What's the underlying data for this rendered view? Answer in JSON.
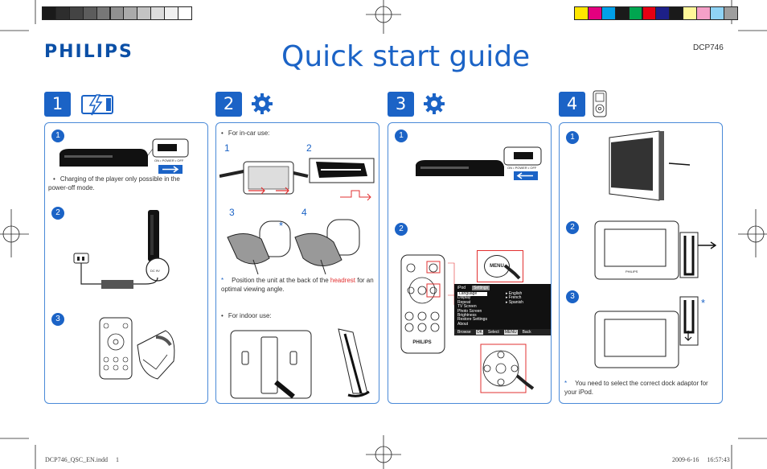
{
  "colors": {
    "brand_blue": "#1b63c6",
    "panel_border": "#4a8ad8",
    "highlight": "#e23030"
  },
  "grayscale_bar": [
    "#1a1a1a",
    "#2d2d2d",
    "#444444",
    "#5c5c5c",
    "#777777",
    "#919191",
    "#aaaaaa",
    "#c3c3c3",
    "#dcdcdc",
    "#f0f0f0",
    "#ffffff"
  ],
  "color_bar": [
    "#ffe600",
    "#e4007f",
    "#00a0e9",
    "#1a1a1a",
    "#00a650",
    "#e60012",
    "#1d2088",
    "#1a1a1a",
    "#fff799",
    "#f5a0c8",
    "#8fd3f5",
    "#9e9e9e"
  ],
  "header": {
    "logo": "PHILIPS",
    "title": "Quick start guide",
    "model": "DCP746"
  },
  "steps": [
    {
      "number": "1",
      "icon": "battery-charge-icon"
    },
    {
      "number": "2",
      "icon": "gear-icon"
    },
    {
      "number": "3",
      "icon": "gear-icon"
    },
    {
      "number": "4",
      "icon": "ipod-icon"
    }
  ],
  "panel1": {
    "substeps": [
      "1",
      "2",
      "3"
    ],
    "note": "Charging of the player only possible in the power-off mode.",
    "switch_label": "ON • POWER • OFF"
  },
  "panel2": {
    "incar_label": "For in-car use:",
    "nums": [
      "1",
      "2",
      "3",
      "4"
    ],
    "note_start": "Position the unit at the back of the ",
    "note_highlight": "headrest",
    "note_end": " for an optimal viewing angle.",
    "indoor_label": "For indoor use:"
  },
  "panel3": {
    "substeps": [
      "1",
      "2"
    ],
    "switch_label": "ON • POWER • OFF",
    "menu_button": "MENU",
    "remote_brand": "PHILIPS",
    "menu_screen": {
      "tab1": "iPod",
      "tab2": "Settings",
      "items": [
        "Language",
        "Display",
        "Repeat",
        "TV Screen",
        "Photo Screen",
        "Brightness",
        "Restore Settings",
        "About"
      ],
      "options": [
        "English",
        "French",
        "Spanish"
      ],
      "bar": [
        "Browse",
        "OK",
        "Select",
        "MENU",
        "Back"
      ]
    }
  },
  "panel4": {
    "substeps": [
      "1",
      "2",
      "3"
    ],
    "device_brand": "PHILIPS",
    "note": "You need to select the correct dock adaptor for your iPod."
  },
  "footer": {
    "file": "DCP746_QSC_EN.indd",
    "page": "1",
    "date": "2009-6-16",
    "time": "16:57:43"
  }
}
